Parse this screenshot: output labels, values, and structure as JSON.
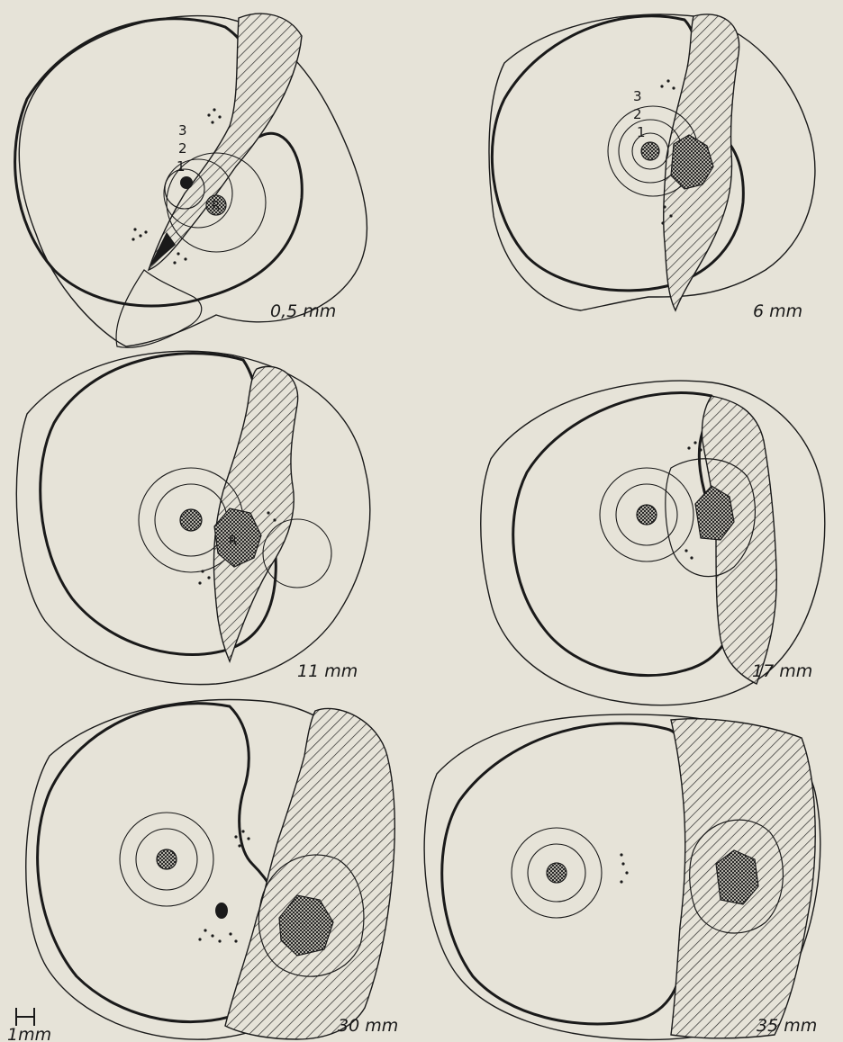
{
  "panels": [
    {
      "id": "p1",
      "depth_label": "0,5 mm",
      "ring_numbers": [
        "1",
        "2",
        "3"
      ],
      "marker": "R"
    },
    {
      "id": "p2",
      "depth_label": "6 mm",
      "ring_numbers": [
        "1",
        "2",
        "3"
      ],
      "marker": ""
    },
    {
      "id": "p3",
      "depth_label": "11 mm",
      "ring_numbers": [],
      "marker": "R"
    },
    {
      "id": "p4",
      "depth_label": "17 mm",
      "ring_numbers": [],
      "marker": ""
    },
    {
      "id": "p5",
      "depth_label": "30 mm",
      "ring_numbers": [],
      "marker": ""
    },
    {
      "id": "p6",
      "depth_label": "35 mm",
      "ring_numbers": [],
      "marker": ""
    }
  ],
  "scale_bar": {
    "label": "1mm"
  },
  "colors": {
    "ink": "#1a1a1a",
    "paper": "#e6e3d8",
    "hatch": "#2a2a2a"
  }
}
